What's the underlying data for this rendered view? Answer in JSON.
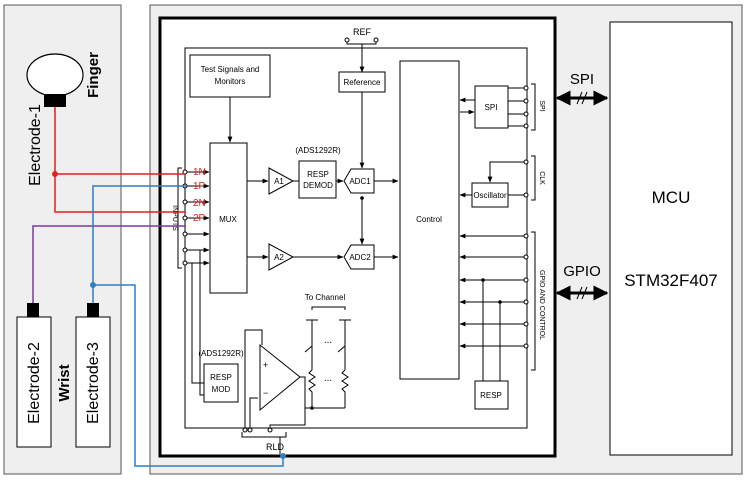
{
  "electrodes": {
    "e1": "Electrode-1",
    "e2": "Electrode-2",
    "e3": "Electrode-3",
    "finger": "Finger",
    "wrist": "Wrist"
  },
  "chip": {
    "ref": "REF",
    "test_signals_line1": "Test Signals and",
    "test_signals_line2": "Monitors",
    "reference": "Reference",
    "control": "Control",
    "spi_block": "SPI",
    "spi_side": "SPI",
    "clk_side": "CLK",
    "gpio_side": "GPIO AND CONTROL",
    "oscillator": "Oscillator",
    "mux": "MUX",
    "inputs": "INPUTS",
    "a1": "A1",
    "a2": "A2",
    "adc1": "ADC1",
    "adc2": "ADC2",
    "ads_demod": "(ADS1292R)",
    "resp_demod_line1": "RESP",
    "resp_demod_line2": "DEMOD",
    "ads_mod": "(ADS1292R)",
    "resp_mod_line1": "RESP",
    "resp_mod_line2": "MOD",
    "to_channel": "To Channel",
    "dots1": "...",
    "dots2": "...",
    "resp_block": "RESP",
    "rld": "RLD",
    "pin_1n": "1N",
    "pin_1p": "1P",
    "pin_2n": "2N",
    "pin_2p": "2P"
  },
  "links": {
    "spi": "SPI",
    "gpio": "GPIO"
  },
  "mcu": {
    "title": "MCU",
    "part": "STM32F407"
  },
  "colors": {
    "red_wire": "#e31f1f",
    "blue_wire": "#2f7fbf",
    "purple_wire": "#7a3aa0",
    "panel_bg": "#efefef"
  }
}
